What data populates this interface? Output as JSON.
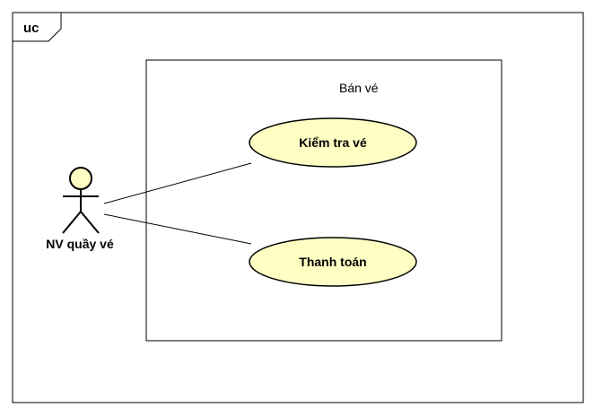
{
  "diagram": {
    "frame_label": "uc",
    "system_boundary": {
      "title": "Bán vé"
    },
    "actor": {
      "name": "NV quầy vé"
    },
    "use_cases": [
      {
        "label": "Kiểm tra vé"
      },
      {
        "label": "Thanh toán"
      }
    ],
    "colors": {
      "use_case_fill": "#FFFFC4",
      "actor_fill": "#FFFFC4",
      "stroke": "#000000",
      "background": "#FFFFFF"
    }
  }
}
